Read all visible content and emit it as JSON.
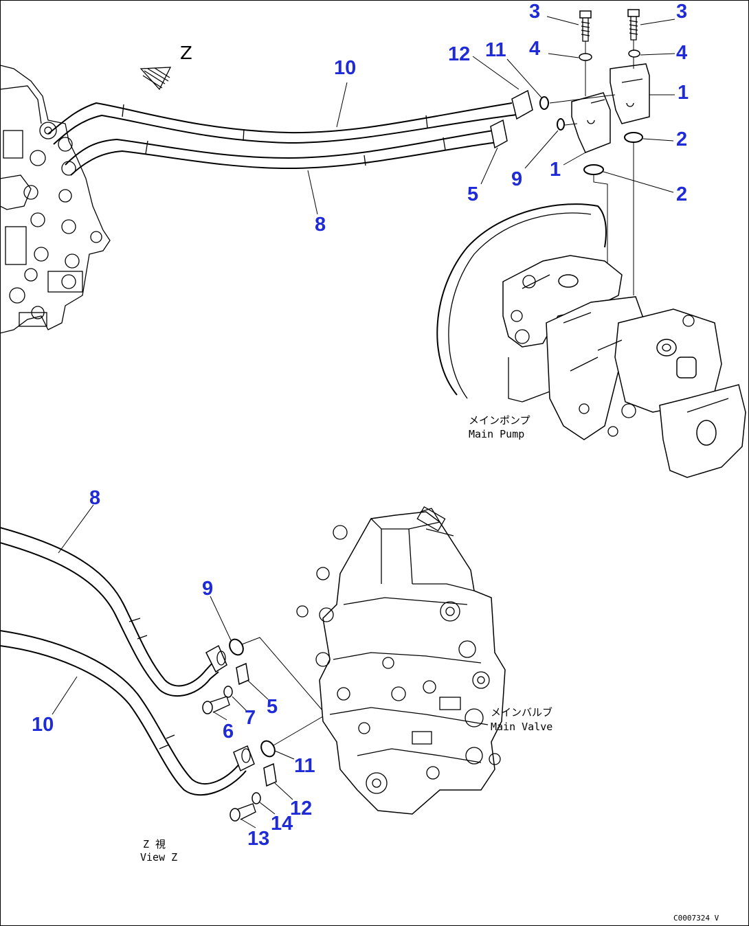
{
  "view_marker": "Z",
  "view_title": "Z 視",
  "view_caption": "View Z",
  "main_pump_label_ja": "メインポンプ",
  "main_pump_label_en": "Main Pump",
  "main_valve_label_ja": "メインバルブ",
  "main_valve_label_en": "Main Valve",
  "drawing_code": "C0007324 V",
  "callouts": {
    "c3a": "3",
    "c3b": "3",
    "c4a": "4",
    "c4b": "4",
    "c1a": "1",
    "c1b": "1",
    "c2a": "2",
    "c2b": "2",
    "c12a": "12",
    "c11a": "11",
    "c10a": "10",
    "c9a": "9",
    "c5a": "5",
    "c8a": "8",
    "c8b": "8",
    "c9b": "9",
    "c5b": "5",
    "c7": "7",
    "c6": "6",
    "c10b": "10",
    "c11b": "11",
    "c12b": "12",
    "c14": "14",
    "c13": "13"
  },
  "colors": {
    "callout": "#1f2bd6",
    "line": "#000000"
  }
}
